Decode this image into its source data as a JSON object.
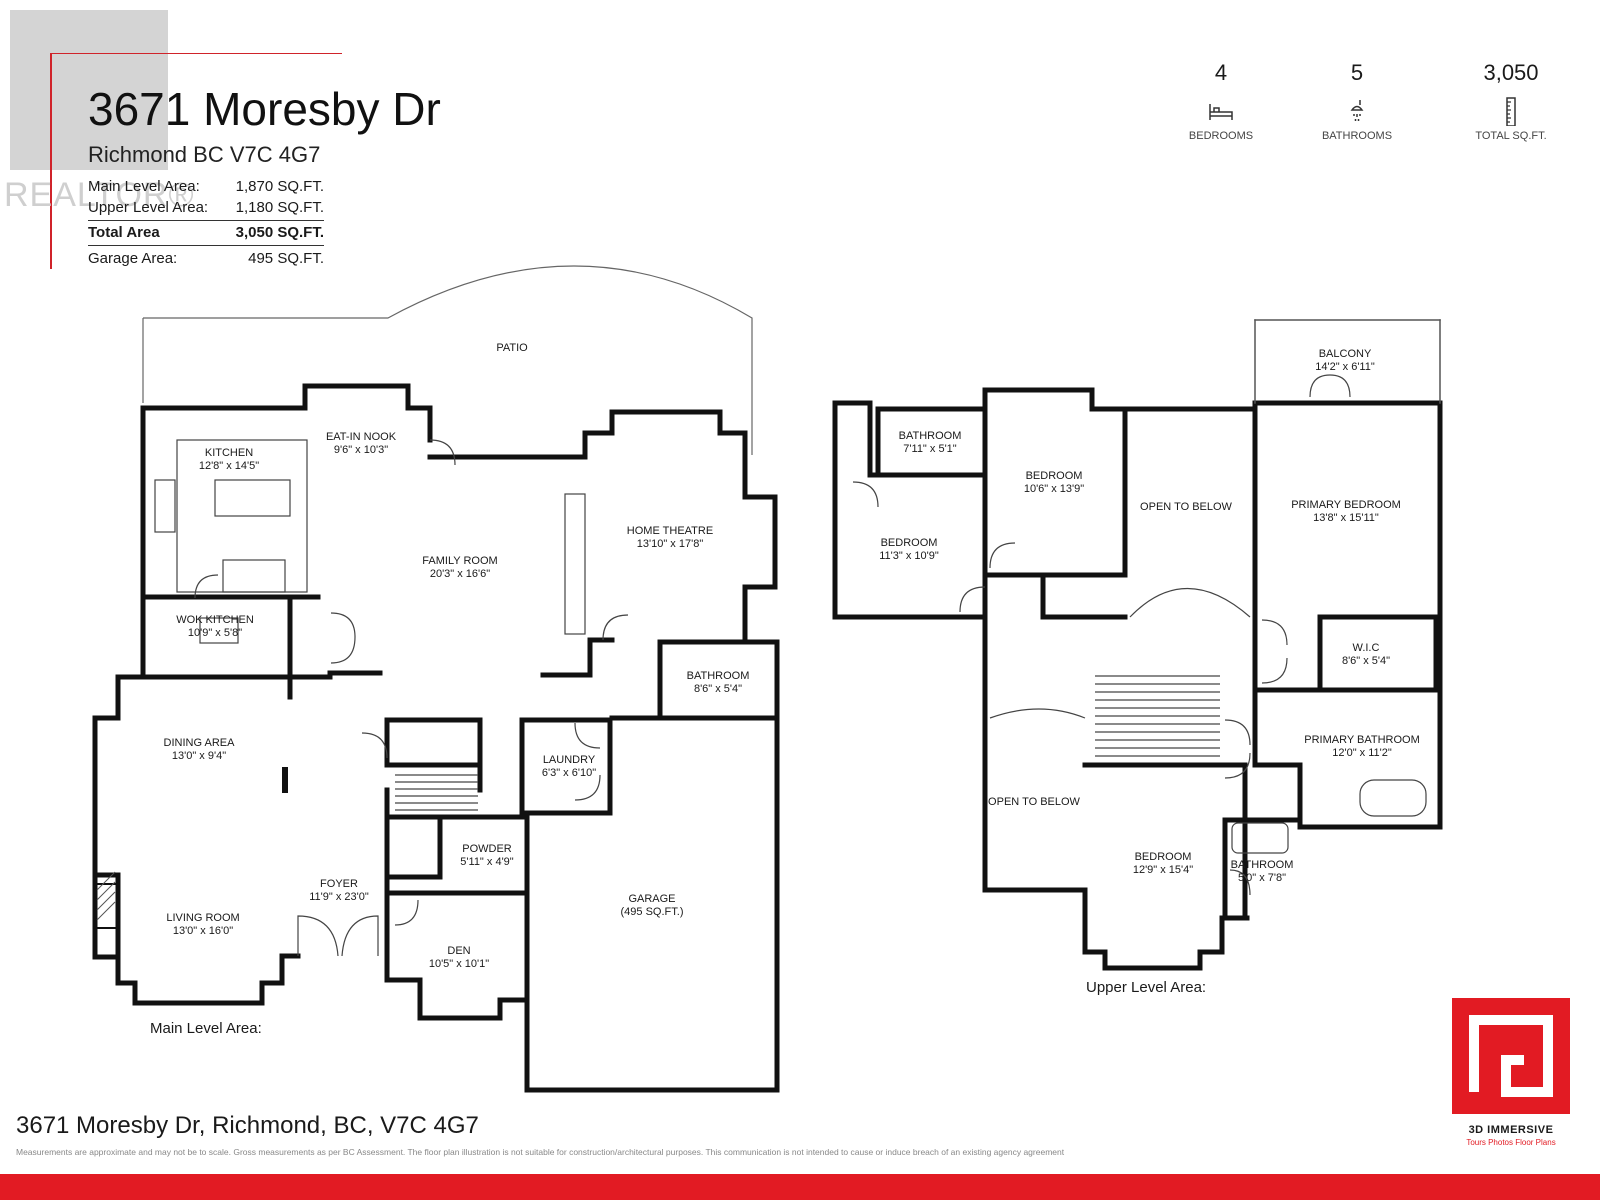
{
  "watermark": {
    "brand": "REALTOR®"
  },
  "header": {
    "title": "3671 Moresby Dr",
    "subtitle": "Richmond BC V7C 4G7"
  },
  "areas": [
    {
      "label": "Main Level Area:",
      "value": "1,870 SQ.FT."
    },
    {
      "label": "Upper Level Area:",
      "value": "1,180 SQ.FT."
    },
    {
      "label": "Total Area",
      "value": "3,050 SQ.FT."
    },
    {
      "label": "Garage Area:",
      "value": "495 SQ.FT."
    }
  ],
  "stats": [
    {
      "value": "4",
      "label": "BEDROOMS",
      "icon": "bed-icon"
    },
    {
      "value": "5",
      "label": "BATHROOMS",
      "icon": "shower-icon"
    },
    {
      "value": "3,050",
      "label": "TOTAL SQ.FT.",
      "icon": "ruler-icon"
    }
  ],
  "main_level": {
    "label": "Main Level Area:",
    "rooms": {
      "patio": {
        "name": "PATIO",
        "dim": ""
      },
      "kitchen": {
        "name": "KITCHEN",
        "dim": "12'8\" x 14'5\""
      },
      "nook": {
        "name": "EAT-IN NOOK",
        "dim": "9'6\" x 10'3\""
      },
      "family": {
        "name": "FAMILY ROOM",
        "dim": "20'3\" x 16'6\""
      },
      "theatre": {
        "name": "HOME THEATRE",
        "dim": "13'10\" x 17'8\""
      },
      "wok": {
        "name": "WOK KITCHEN",
        "dim": "10'9\" x 5'8\""
      },
      "bath": {
        "name": "BATHROOM",
        "dim": "8'6\" x 5'4\""
      },
      "dining": {
        "name": "DINING AREA",
        "dim": "13'0\" x 9'4\""
      },
      "laundry": {
        "name": "LAUNDRY",
        "dim": "6'3\" x 6'10\""
      },
      "powder": {
        "name": "POWDER",
        "dim": "5'11\" x 4'9\""
      },
      "foyer": {
        "name": "FOYER",
        "dim": "11'9\" x 23'0\""
      },
      "living": {
        "name": "LIVING ROOM",
        "dim": "13'0\" x 16'0\""
      },
      "den": {
        "name": "DEN",
        "dim": "10'5\" x 10'1\""
      },
      "garage": {
        "name": "GARAGE",
        "dim": "(495 SQ.FT.)"
      }
    }
  },
  "upper_level": {
    "label": "Upper Level Area:",
    "rooms": {
      "balcony": {
        "name": "BALCONY",
        "dim": "14'2\" x 6'11\""
      },
      "bath1": {
        "name": "BATHROOM",
        "dim": "7'11\" x 5'1\""
      },
      "bed1": {
        "name": "BEDROOM",
        "dim": "10'6\" x 13'9\""
      },
      "open1": {
        "name": "OPEN TO BELOW",
        "dim": ""
      },
      "primary": {
        "name": "PRIMARY BEDROOM",
        "dim": "13'8\" x 15'11\""
      },
      "bed2": {
        "name": "BEDROOM",
        "dim": "11'3\" x 10'9\""
      },
      "wic": {
        "name": "W.I.C",
        "dim": "8'6\" x 5'4\""
      },
      "pbath": {
        "name": "PRIMARY BATHROOM",
        "dim": "12'0\" x 11'2\""
      },
      "open2": {
        "name": "OPEN TO BELOW",
        "dim": ""
      },
      "bed3": {
        "name": "BEDROOM",
        "dim": "12'9\" x 15'4\""
      },
      "bath2": {
        "name": "BATHROOM",
        "dim": "5'0\" x 7'8\""
      }
    }
  },
  "footer": {
    "street": "3671 Moresby Dr,",
    "city": " Richmond, BC, V7C 4G7",
    "disclaimer": "Measurements are approximate and may not be to scale. Gross measurements as per BC Assessment. The floor plan illustration is not suitable for construction/architectural purposes. This communication is not intended to cause or induce breach of an existing agency agreement"
  },
  "logo": {
    "title": "3D IMMERSIVE",
    "subtitle": "Tours  Photos  Floor Plans"
  },
  "colors": {
    "accent": "#e21b23",
    "wall": "#111111"
  }
}
